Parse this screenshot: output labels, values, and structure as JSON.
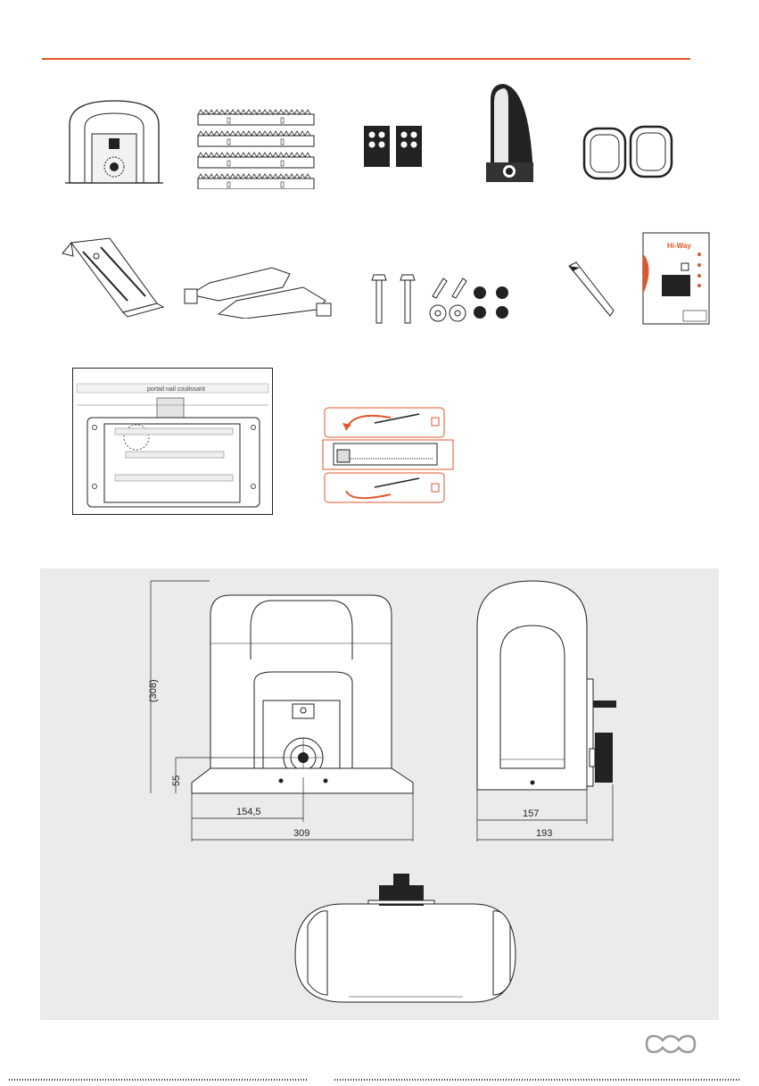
{
  "colors": {
    "accent": "#e2562b",
    "panel_bg": "#ebebeb",
    "ink": "#222222"
  },
  "components": [
    {
      "name": "motor-unit",
      "icon": "motor-icon"
    },
    {
      "name": "gear-racks",
      "icon": "rack-icon"
    },
    {
      "name": "remote-controls",
      "icon": "remote-icon"
    },
    {
      "name": "flashing-lamp",
      "icon": "lamp-icon"
    },
    {
      "name": "photocells",
      "icon": "photocell-icon"
    },
    {
      "name": "base-plate",
      "icon": "baseplate-icon"
    },
    {
      "name": "rack-brackets",
      "icon": "bracket-icon"
    },
    {
      "name": "fixing-kit",
      "icon": "screws-icon"
    },
    {
      "name": "release-key",
      "icon": "allen-key-icon"
    },
    {
      "name": "manual",
      "icon": "manual-icon"
    }
  ],
  "template_sheet": {
    "title": "portail nail coulissant"
  },
  "manual_cover": {
    "brand": "Hi-Way"
  },
  "dimensions": {
    "height": "(308)",
    "base_height": "55",
    "half_width": "154,5",
    "width": "309",
    "side_depth": "157",
    "side_total": "193"
  }
}
